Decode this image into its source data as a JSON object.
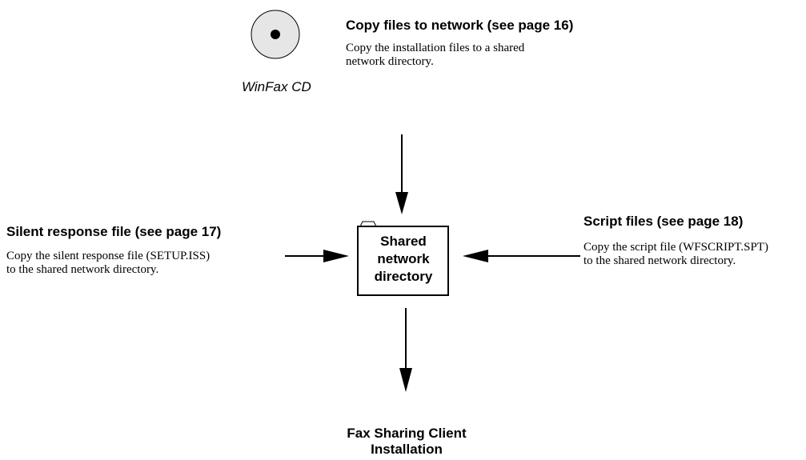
{
  "cd": {
    "icon": "cd-disc-icon",
    "caption": "WinFax CD"
  },
  "copy_files": {
    "heading": "Copy files to network (see page 16)",
    "desc_line1": "Copy the installation files to a shared",
    "desc_line2": "network directory."
  },
  "silent_response": {
    "heading": "Silent response file (see page 17)",
    "desc_line1": "Copy the silent response file (SETUP.ISS)",
    "desc_line2": "to the shared network directory."
  },
  "script_files": {
    "heading": "Script files (see page 18)",
    "desc_line1": "Copy the script file (WFSCRIPT.SPT)",
    "desc_line2": "to the shared network directory."
  },
  "folder": {
    "icon": "folder-icon",
    "line1": "Shared",
    "line2": "network",
    "line3": "directory"
  },
  "final": {
    "line1": "Fax Sharing Client",
    "line2": "Installation"
  },
  "colors": {
    "line": "#000000",
    "cd_fill": "#e6e6e6",
    "background": "#ffffff"
  }
}
